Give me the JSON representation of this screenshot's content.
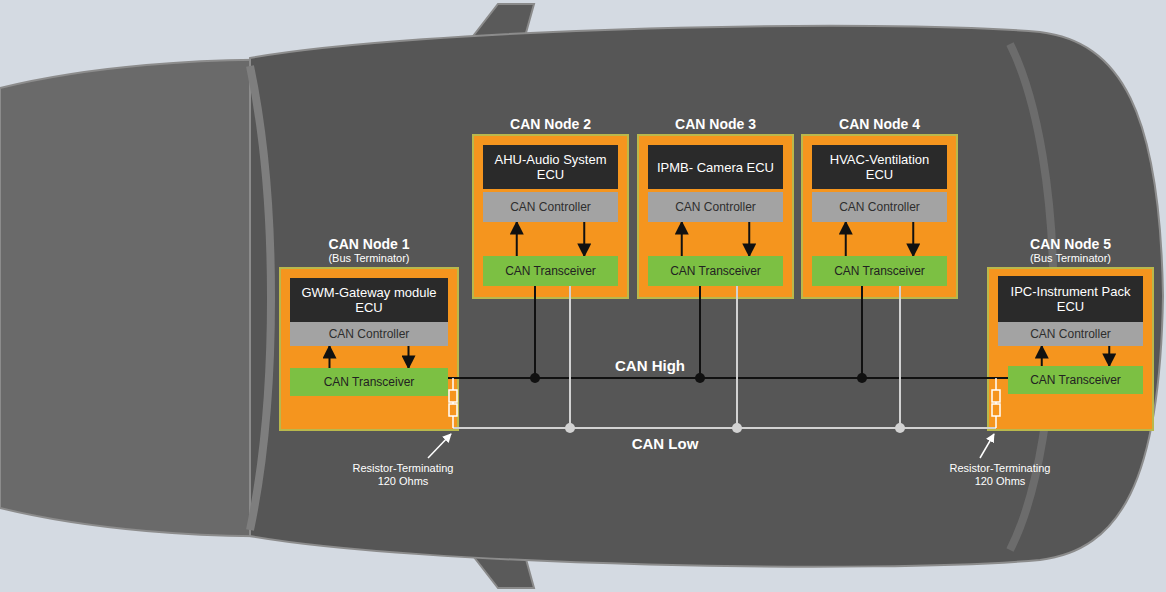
{
  "diagram": {
    "nodes": [
      {
        "text": [
          "CAN Node 1",
          "(Bus Terminator)"
        ]
      },
      {
        "text": [
          "GWM-Gateway module ECU"
        ],
        "in": 0
      },
      {
        "text": [
          "CAN Controller"
        ],
        "in": 0
      },
      {
        "text": [
          "CAN Transceiver"
        ],
        "in": 0
      },
      {
        "text": [
          "CAN Node 2"
        ]
      },
      {
        "text": [
          "AHU-Audio System ECU"
        ],
        "in": 4
      },
      {
        "text": [
          "CAN Controller"
        ],
        "in": 4
      },
      {
        "text": [
          "CAN Transceiver"
        ],
        "in": 4
      },
      {
        "text": [
          "CAN Node 3"
        ]
      },
      {
        "text": [
          "IPMB- Camera ECU"
        ],
        "in": 8
      },
      {
        "text": [
          "CAN Controller"
        ],
        "in": 8
      },
      {
        "text": [
          "CAN Transceiver"
        ],
        "in": 8
      },
      {
        "text": [
          "CAN Node 4"
        ]
      },
      {
        "text": [
          "HVAC-Ventilation ECU"
        ],
        "in": 12
      },
      {
        "text": [
          "CAN Controller"
        ],
        "in": 12
      },
      {
        "text": [
          "CAN Transceiver"
        ],
        "in": 12
      },
      {
        "text": [
          "CAN Node 5",
          "(Bus Terminator)"
        ]
      },
      {
        "text": [
          "IPC-Instrument Pack ECU"
        ],
        "in": 16
      },
      {
        "text": [
          "CAN Controller"
        ],
        "in": 16
      },
      {
        "text": [
          "CAN Transceiver"
        ],
        "in": 16
      }
    ],
    "edges": [
      {
        "from": 3,
        "to": 2,
        "arrow": "to"
      },
      {
        "from": 2,
        "to": 3,
        "arrow": "to"
      },
      {
        "from": 7,
        "to": 6,
        "arrow": "to"
      },
      {
        "from": 6,
        "to": 7,
        "arrow": "to"
      },
      {
        "from": 11,
        "to": 10,
        "arrow": "to"
      },
      {
        "from": 10,
        "to": 11,
        "arrow": "to"
      },
      {
        "from": 15,
        "to": 14,
        "arrow": "to"
      },
      {
        "from": 14,
        "to": 15,
        "arrow": "to"
      },
      {
        "from": 19,
        "to": 18,
        "arrow": "to"
      },
      {
        "from": 18,
        "to": 19,
        "arrow": "to"
      }
    ],
    "labels": [
      "CAN High",
      "CAN Low",
      "Resistor-Terminating 120 Ohms",
      "Resistor-Terminating 120 Ohms"
    ]
  }
}
